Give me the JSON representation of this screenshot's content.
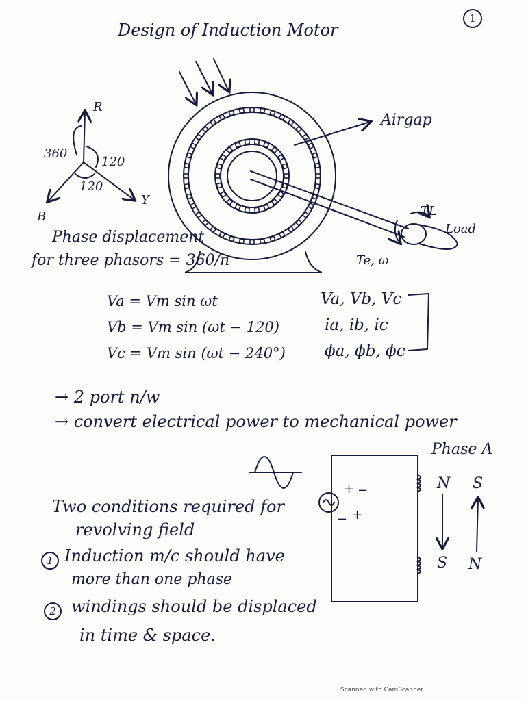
{
  "header": {
    "title": "Design of Induction Motor",
    "page_number": "1"
  },
  "motor_diagram": {
    "airgap_label": "Airgap",
    "load_label": "Load",
    "torque_load_label": "TL",
    "torque_em_label": "Te, ω"
  },
  "phasor_diagram": {
    "label_r": "R",
    "label_y": "Y",
    "label_b": "B",
    "angle_360": "360",
    "angle_120_right": "120",
    "angle_120_bottom": "120"
  },
  "phase_displacement": {
    "line1": "Phase displacement",
    "line2": "for three phasors = 360/n"
  },
  "equations": {
    "va": "Va = Vm sin ωt",
    "vb": "Vb = Vm sin (ωt − 120)",
    "vc": "Vc = Vm sin (ωt − 240°)"
  },
  "phasor_list": {
    "voltages": "Va, Vb, Vc",
    "currents": "ia, ib, ic",
    "fluxes": "ϕa, ϕb, ϕc"
  },
  "notes": {
    "bullet1": "→ 2 port n/w",
    "bullet2": "→ convert electrical power to mechanical power"
  },
  "circuit": {
    "phase_label": "Phase A",
    "n_top": "N",
    "s_top": "S",
    "s_bottom": "S",
    "n_bottom": "N",
    "plus1": "+",
    "minus1": "−",
    "plus2": "+",
    "minus2": "−"
  },
  "conditions": {
    "heading_line1": "Two conditions required for",
    "heading_line2": "revolving field",
    "item1_num": "1",
    "item1_line1": "Induction m/c should have",
    "item1_line2": "more than one phase",
    "item2_num": "2",
    "item2_line1": "windings should be displaced",
    "item2_line2": "in time & space."
  },
  "footer": {
    "scanned": "Scanned with CamScanner"
  }
}
